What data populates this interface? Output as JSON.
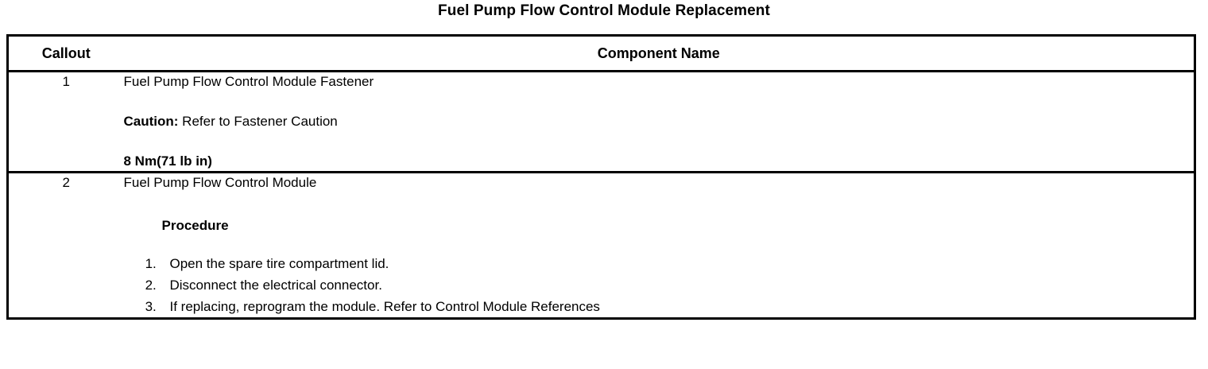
{
  "document": {
    "title": "Fuel Pump Flow Control Module Replacement"
  },
  "table": {
    "headers": {
      "callout": "Callout",
      "component_name": "Component Name"
    },
    "rows": [
      {
        "callout": "1",
        "name": "Fuel Pump Flow Control Module Fastener",
        "caution_label": "Caution:",
        "caution_text": " Refer to Fastener Caution",
        "torque": "8 Nm(71 lb in)"
      },
      {
        "callout": "2",
        "name": "Fuel Pump Flow Control Module",
        "procedure_heading": "Procedure",
        "steps": [
          "Open the spare tire compartment lid.",
          "Disconnect the electrical connector.",
          "If replacing, reprogram the module. Refer to Control Module References"
        ]
      }
    ]
  },
  "colors": {
    "text": "#000000",
    "background": "#ffffff",
    "border": "#000000"
  }
}
